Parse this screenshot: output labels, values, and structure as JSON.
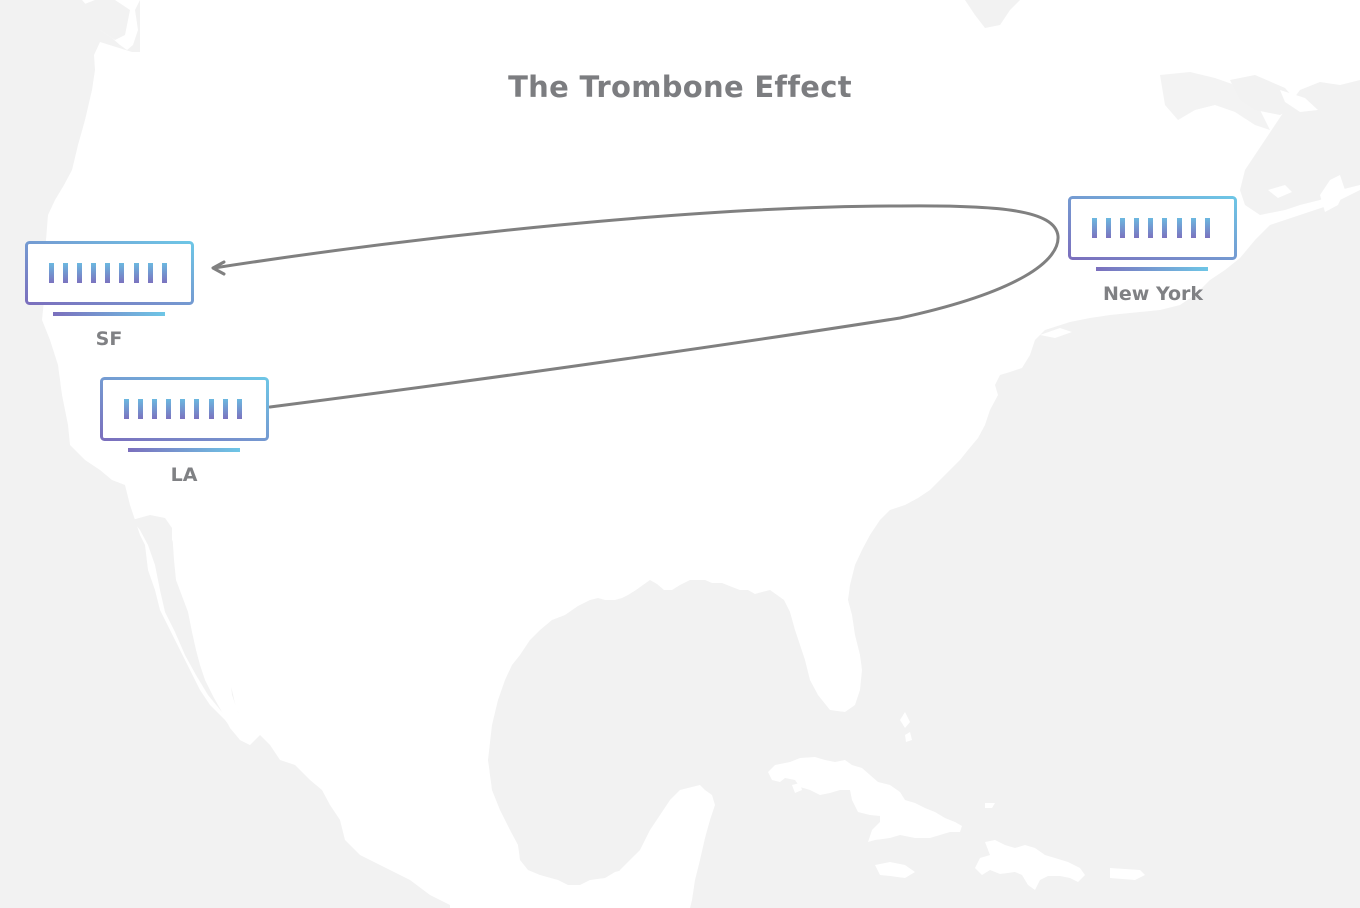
{
  "title": "The Trombone Effect",
  "colors": {
    "land": "#f2f2f2",
    "water": "#ffffff",
    "route": "#808080",
    "label": "#808184",
    "server_gradient_start": "#7b6fbd",
    "server_gradient_end": "#6ec6e6"
  },
  "nodes": [
    {
      "id": "sf",
      "label": "SF",
      "icon": "server-rack-icon"
    },
    {
      "id": "la",
      "label": "LA",
      "icon": "server-rack-icon"
    },
    {
      "id": "ny",
      "label": "New York",
      "icon": "server-rack-icon"
    }
  ],
  "route": {
    "from": "LA",
    "via": "New York",
    "to": "SF",
    "description": "Traffic from LA loops to New York and back to SF (arrow ends at SF)"
  }
}
